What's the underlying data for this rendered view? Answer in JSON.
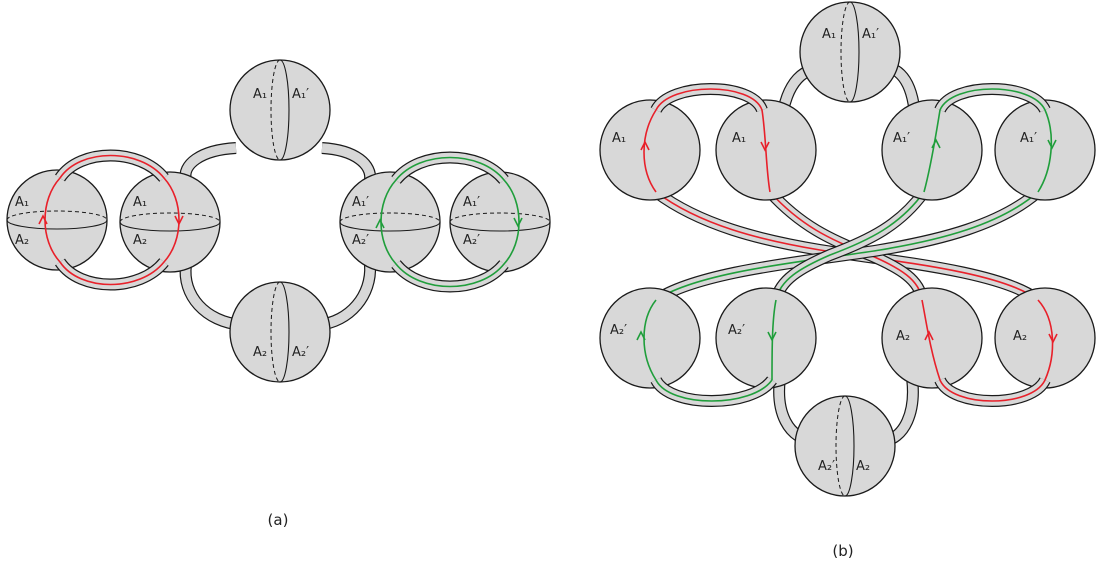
{
  "colors": {
    "sphere": "#d8d8d8",
    "red_path": "#e8202a",
    "green_path": "#1f9e3b"
  },
  "panel_a": {
    "caption": "(a)",
    "spheres": [
      {
        "top_label": "A₁",
        "bottom_label": "A₂"
      },
      {
        "top_label": "A₁",
        "bottom_label": "A₂"
      },
      {
        "left_label": "A₁",
        "right_label": "A₁′"
      },
      {
        "left_label": "A₂",
        "right_label": "A₂′"
      },
      {
        "top_label": "A₁′",
        "bottom_label": "A₂′"
      },
      {
        "top_label": "A₁′",
        "bottom_label": "A₂′"
      }
    ]
  },
  "panel_b": {
    "caption": "(b)",
    "spheres": [
      {
        "left_label": "A₁",
        "right_label": "A₁′"
      },
      {
        "label": "A₁"
      },
      {
        "label": "A₁"
      },
      {
        "label": "A₁′"
      },
      {
        "label": "A₁′"
      },
      {
        "label": "A₂′"
      },
      {
        "label": "A₂′"
      },
      {
        "label": "A₂"
      },
      {
        "label": "A₂"
      },
      {
        "left_label": "A₂′",
        "right_label": "A₂"
      }
    ]
  }
}
